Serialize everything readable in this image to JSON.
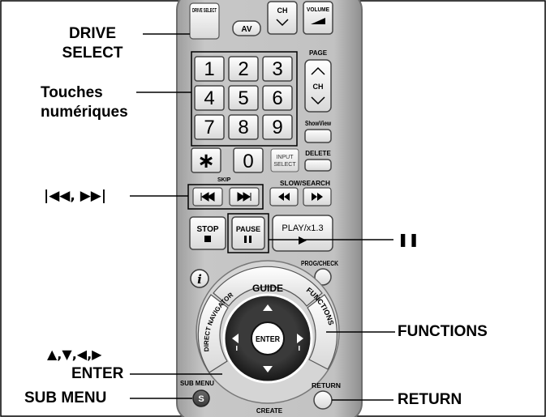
{
  "callouts": {
    "drive_select_line1": "DRIVE",
    "drive_select_line2": "SELECT",
    "numeric_line1": "Touches",
    "numeric_line2": "numériques",
    "skip": "|◀◀, ▶▶|",
    "pause_symbol": "❚❚",
    "functions": "FUNCTIONS",
    "arrows": "▲,▼,◀,▶",
    "enter": "ENTER",
    "return": "RETURN",
    "sub_menu": "SUB MENU"
  },
  "remote": {
    "drive_select": "DRIVE SELECT",
    "av": "AV",
    "ch": "CH",
    "volume": "VOLUME",
    "page": "PAGE",
    "ch2": "CH",
    "digits": [
      "1",
      "2",
      "3",
      "4",
      "5",
      "6",
      "7",
      "8",
      "9"
    ],
    "star": "∗",
    "zero": "0",
    "showview": "ShowView",
    "input_select_1": "INPUT",
    "input_select_2": "SELECT",
    "delete": "DELETE",
    "skip_label": "SKIP",
    "slow_search": "SLOW/SEARCH",
    "stop": "STOP",
    "pause": "PAUSE",
    "play": "PLAY/x1.3",
    "prog_check": "PROG/CHECK",
    "info": "i",
    "guide": "GUIDE",
    "direct_navigator": "DIRECT NAVIGATOR",
    "functions": "FUNCTIONS",
    "enter": "ENTER",
    "sub_menu": "SUB MENU",
    "sub_menu_s": "S",
    "return": "RETURN",
    "create": "CREATE"
  },
  "colors": {
    "remote_body": "#b9b9b9",
    "button_dark": "#4a4a4a",
    "button_light": "#f4f4f4",
    "ring_dark": "#1e1e1e"
  }
}
